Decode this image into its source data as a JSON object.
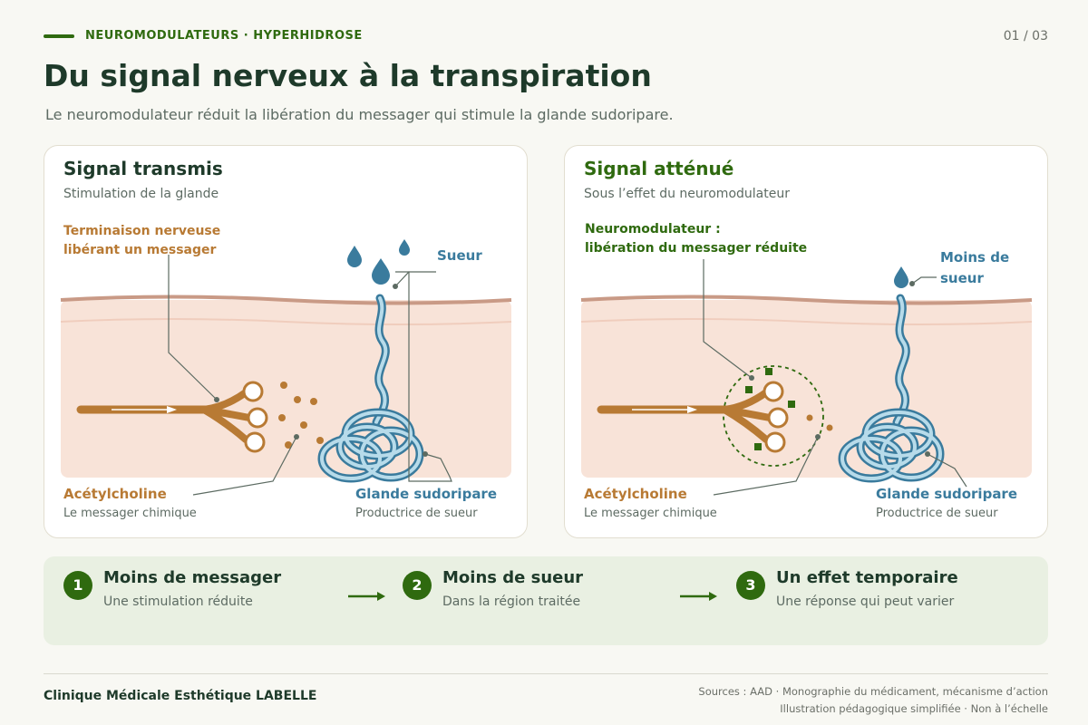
{
  "header": {
    "eyebrow": "NEUROMODULATEURS · HYPERHIDROSE",
    "page_indicator": "01 / 03",
    "title": "Du signal nerveux à la transpiration",
    "subtitle": "Le neuromodulateur réduit la libération du messager qui stimule la glande sudoripare."
  },
  "panels": [
    {
      "title": "Signal transmis",
      "subtitle": "Stimulation de la glande",
      "nerve_label": [
        "Terminaison nerveuse",
        "libérant un messager"
      ],
      "sweat_label": [
        "Sueur"
      ],
      "acetylcholine": {
        "title": "Acétylcholine",
        "desc": "Le messager chimique"
      },
      "gland": {
        "title": "Glande sudoripare",
        "desc": "Productrice de sueur"
      }
    },
    {
      "title": "Signal atténué",
      "subtitle": "Sous l’effet du neuromodulateur",
      "nerve_label": [
        "Neuromodulateur :",
        "libération du messager réduite"
      ],
      "sweat_label": [
        "Moins de",
        "sueur"
      ],
      "acetylcholine": {
        "title": "Acétylcholine",
        "desc": "Le messager chimique"
      },
      "gland": {
        "title": "Glande sudoripare",
        "desc": "Productrice de sueur"
      }
    }
  ],
  "steps": [
    {
      "num": "1",
      "title": "Moins de messager",
      "desc": "Une stimulation réduite"
    },
    {
      "num": "2",
      "title": "Moins de sueur",
      "desc": "Dans la région traitée"
    },
    {
      "num": "3",
      "title": "Un effet temporaire",
      "desc": "Une réponse qui peut varier"
    }
  ],
  "footer": {
    "brand": "Clinique Médicale Esthétique LABELLE",
    "sources": "Sources : AAD · Monographie du médicament, mécanisme d’action",
    "note": "Illustration pédagogique simplifiée · Non à l’échelle"
  },
  "colors": {
    "brand_green": "#2f6a0f",
    "nerve": "#b87a34",
    "gland": "#3a7b9d",
    "gland_fill": "#b7dbea",
    "skin": "#f8e3d8"
  }
}
